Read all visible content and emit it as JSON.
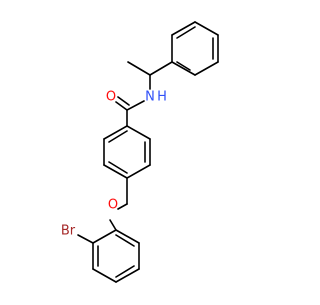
{
  "molecule": {
    "colors": {
      "carbon": "#000000",
      "oxygen": "#ff0d0d",
      "nitrogen": "#3050f8",
      "bromine": "#a62929",
      "background": "#ffffff"
    },
    "labels": {
      "carbonyl_oxygen": "O",
      "amide_nitrogen": "N",
      "amide_hydrogen": "H",
      "ether_oxygen": "O",
      "bromine": "Br"
    }
  }
}
